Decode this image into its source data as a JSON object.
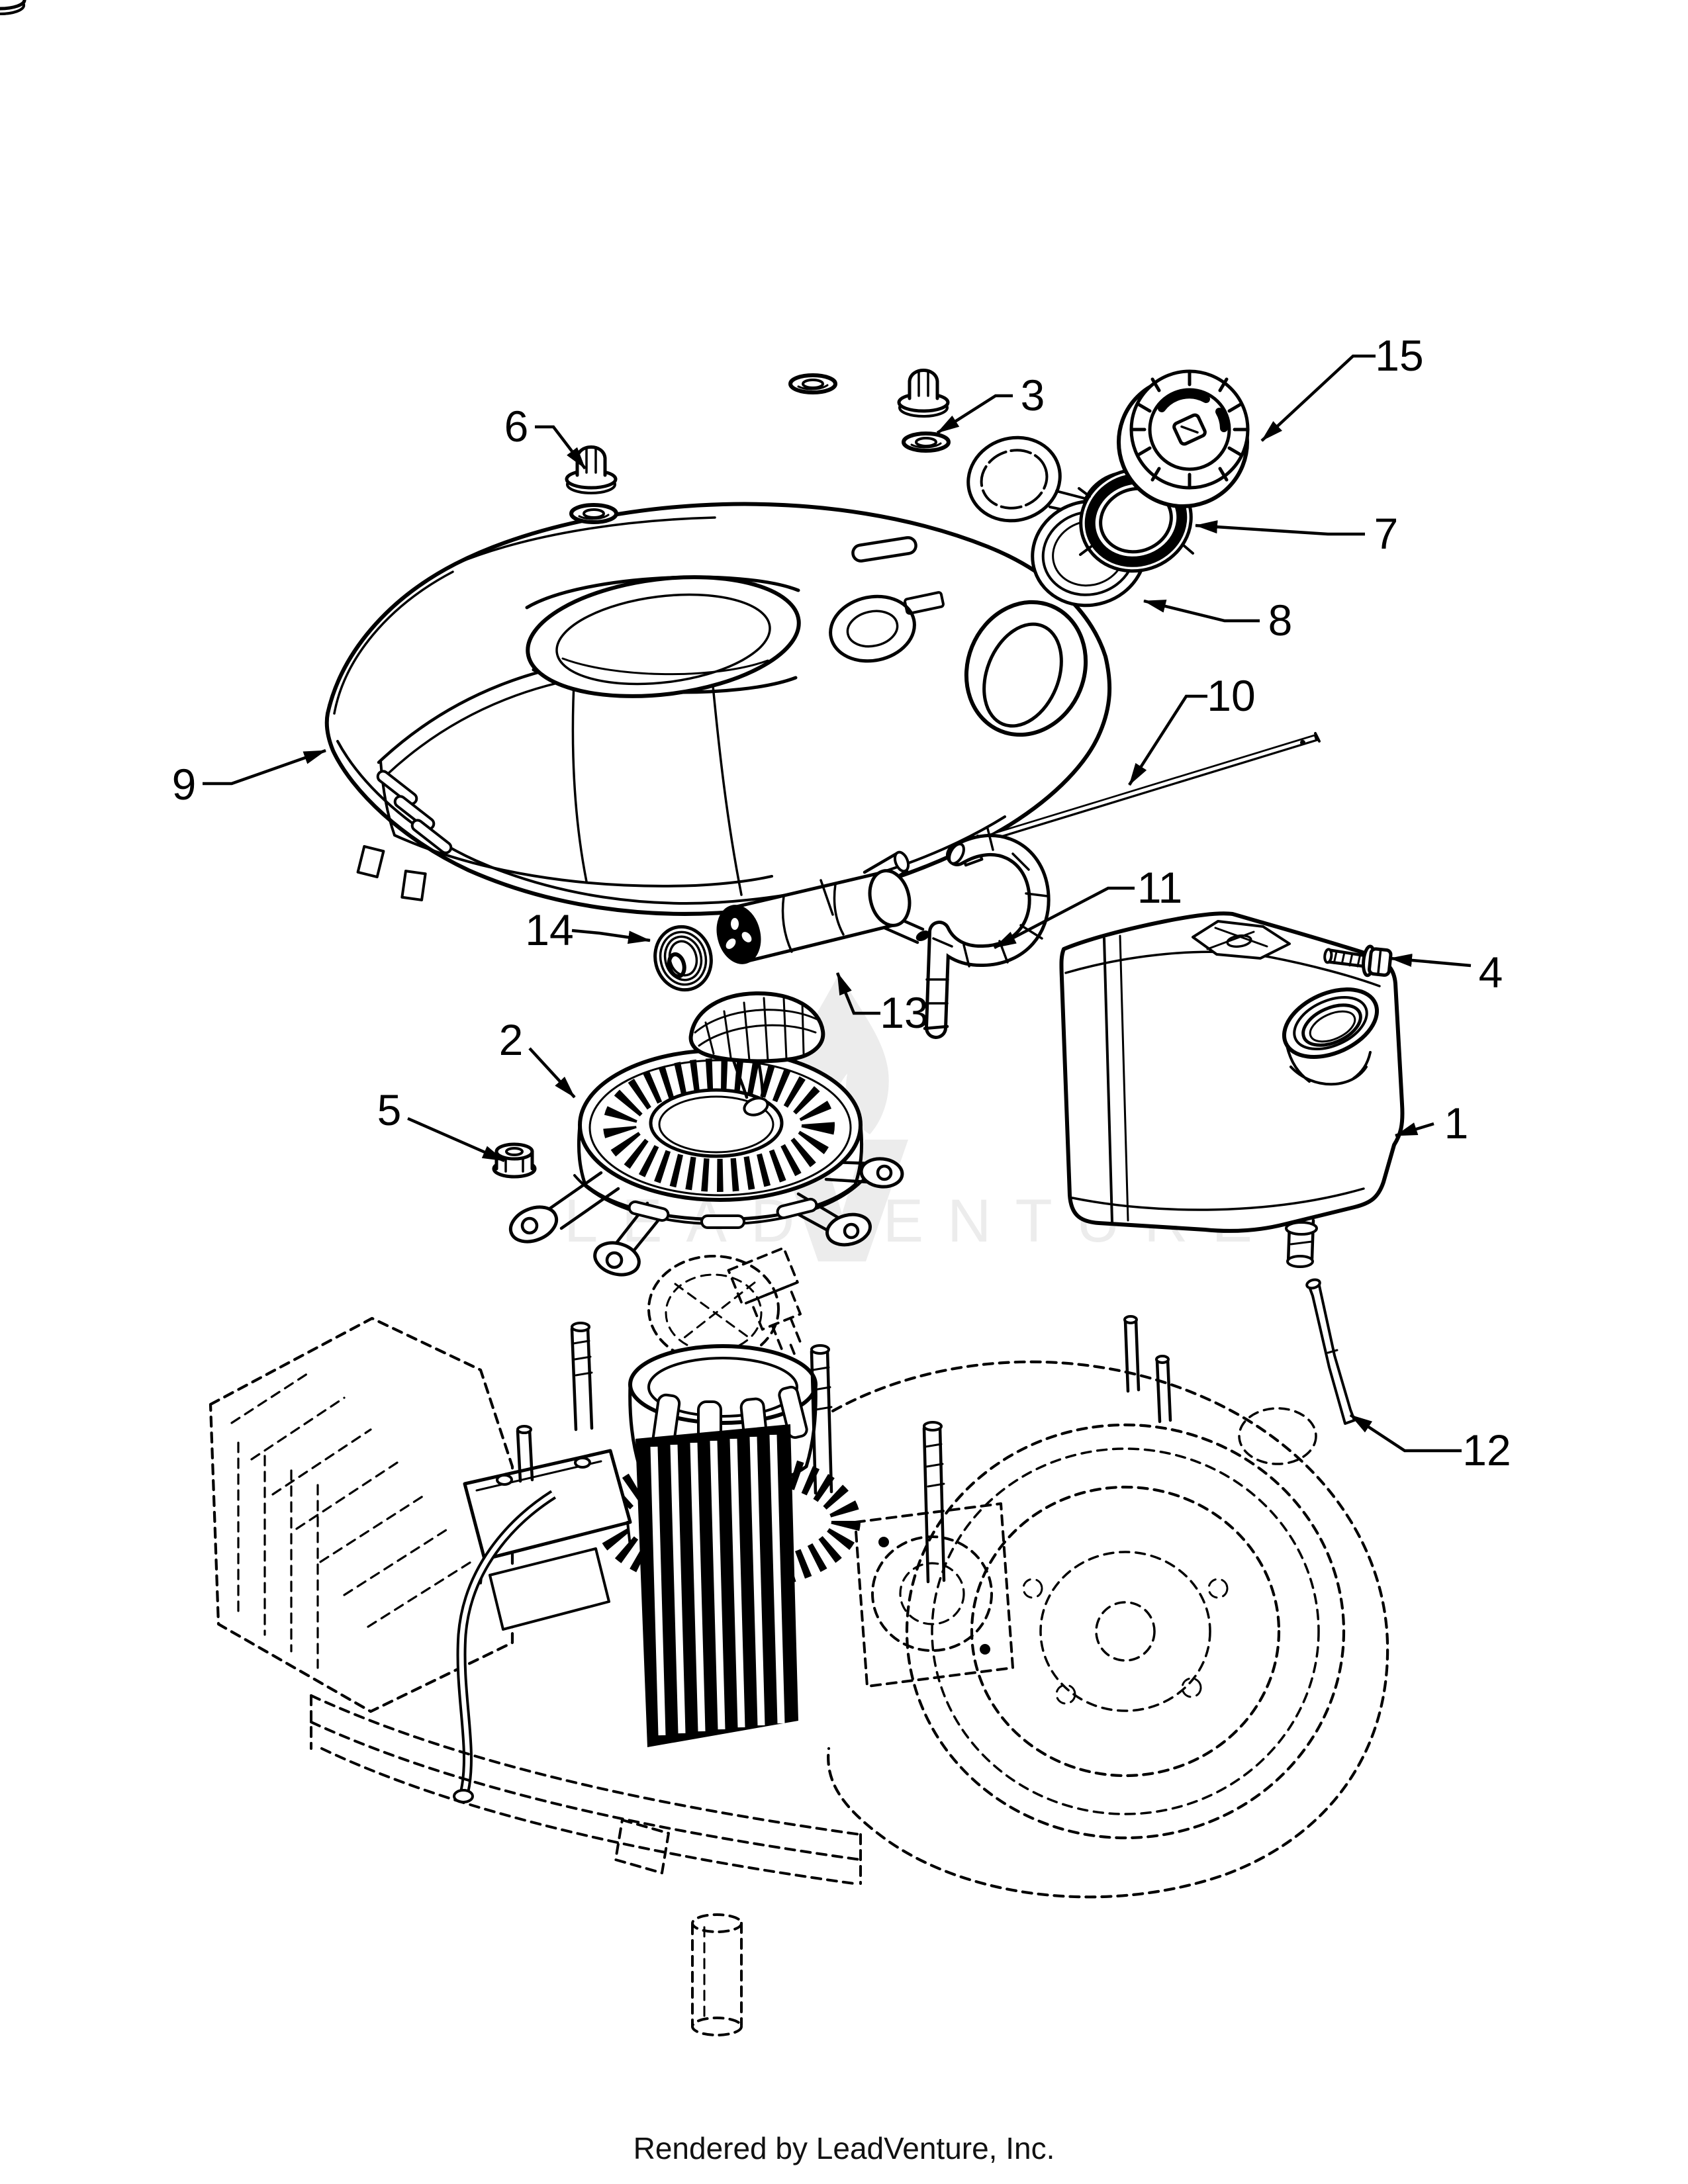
{
  "diagram": {
    "title_hidden": "",
    "watermark": "LEADVENTURE",
    "footer": "Rendered by LeadVenture, Inc.",
    "colors": {
      "line": "#000000",
      "background": "#ffffff",
      "watermark": "#ececec"
    },
    "callouts": [
      {
        "number": "1",
        "part": "fuel-tank"
      },
      {
        "number": "2",
        "part": "recoil-starter"
      },
      {
        "number": "3",
        "part": "washer"
      },
      {
        "number": "4",
        "part": "tank-mount-bolt"
      },
      {
        "number": "5",
        "part": "flange-nut"
      },
      {
        "number": "6",
        "part": "shroud-bolt"
      },
      {
        "number": "7",
        "part": "fuel-cap-retainer-ring"
      },
      {
        "number": "8",
        "part": "filler-neck-seal-ring"
      },
      {
        "number": "9",
        "part": "blower-housing-cover"
      },
      {
        "number": "10",
        "part": "support-rod"
      },
      {
        "number": "11",
        "part": "breather-tube"
      },
      {
        "number": "12",
        "part": "oil-dipstick"
      },
      {
        "number": "13",
        "part": "muffler"
      },
      {
        "number": "14",
        "part": "grommet"
      },
      {
        "number": "15",
        "part": "fuel-cap"
      }
    ]
  }
}
